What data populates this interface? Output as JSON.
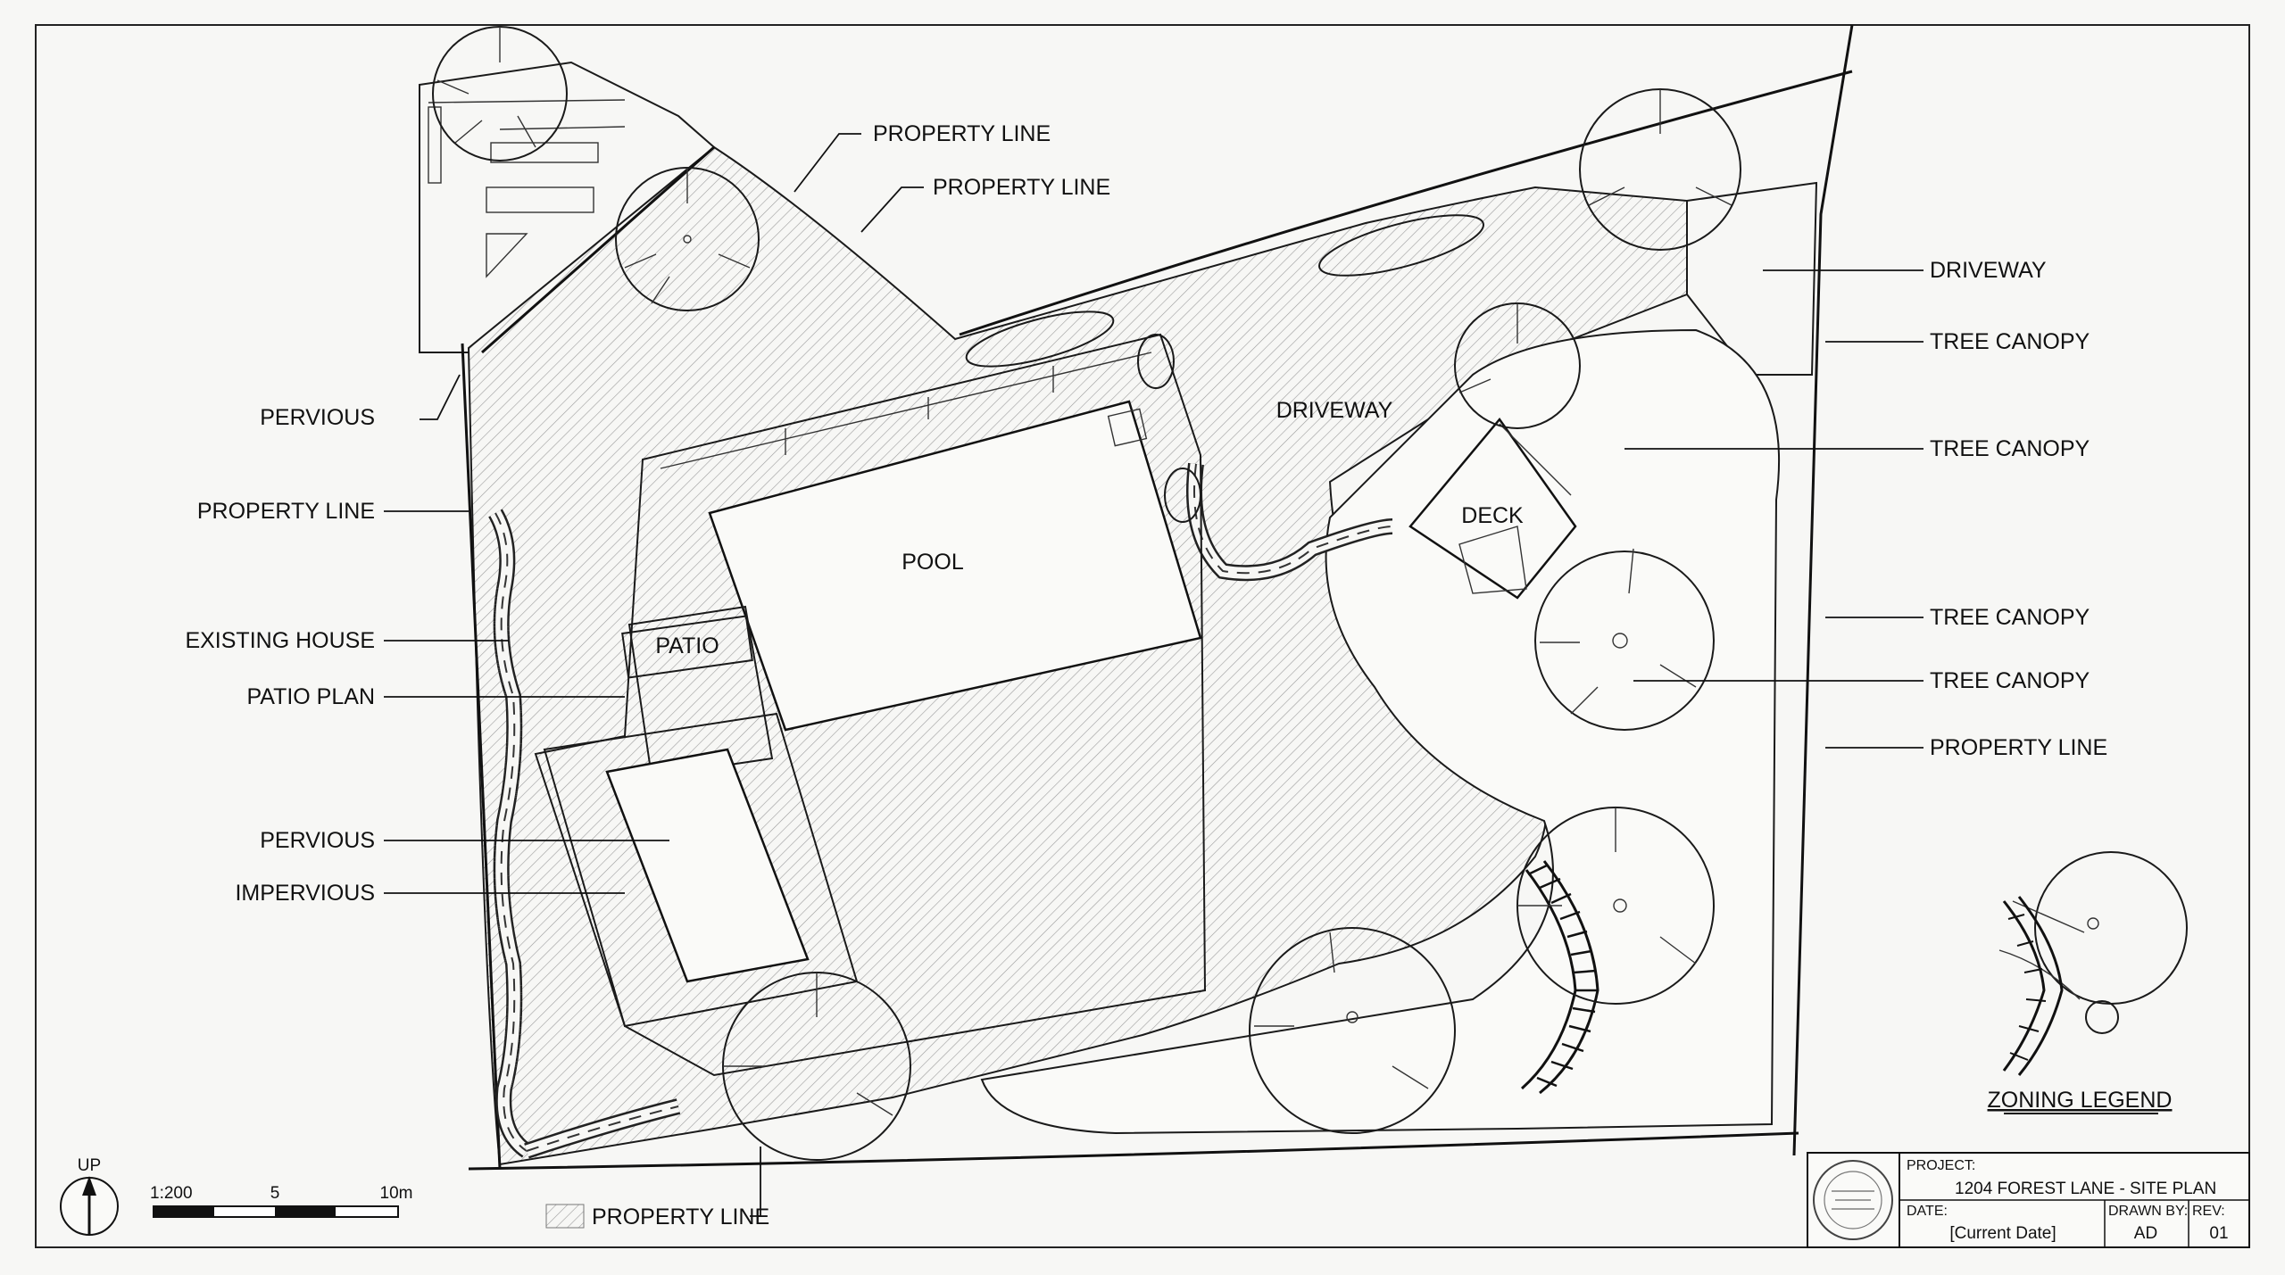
{
  "labels": {
    "property_line_top1": "PROPERTY LINE",
    "property_line_top2": "PROPERTY LINE",
    "pervious_left": "PERVIOUS",
    "property_line_left": "PROPERTY LINE",
    "existing_house": "EXISTING HOUSE",
    "patio_plan": "PATIO PLAN",
    "pervious_left2": "PERVIOUS",
    "impervious": "IMPERVIOUS",
    "driveway_right": "DRIVEWAY",
    "tree_canopy_1": "TREE CANOPY",
    "tree_canopy_2": "TREE CANOPY",
    "tree_canopy_3": "TREE CANOPY",
    "tree_canopy_4": "TREE CANOPY",
    "property_line_right": "PROPERTY LINE",
    "property_line_bottom": "PROPERTY LINE",
    "zoning_legend": "ZONING LEGEND"
  },
  "areas": {
    "pool": "POOL",
    "patio": "PATIO",
    "driveway": "DRIVEWAY",
    "deck": "DECK"
  },
  "north_arrow": {
    "label": "UP"
  },
  "scale_bar": {
    "ratio": "1:200",
    "mid": "5",
    "end": "10m"
  },
  "title_block": {
    "project_label": "PROJECT:",
    "project_name": "1204 FOREST LANE - SITE PLAN",
    "date_label": "DATE:",
    "date_value": "[Current Date]",
    "drawn_by_label": "DRAWN BY:",
    "drawn_by_value": "AD",
    "rev_label": "REV:",
    "rev_value": "01"
  },
  "colors": {
    "paper": "#f7f7f5",
    "ink": "#1a1a1a",
    "hatch": "#9a9a9a"
  }
}
